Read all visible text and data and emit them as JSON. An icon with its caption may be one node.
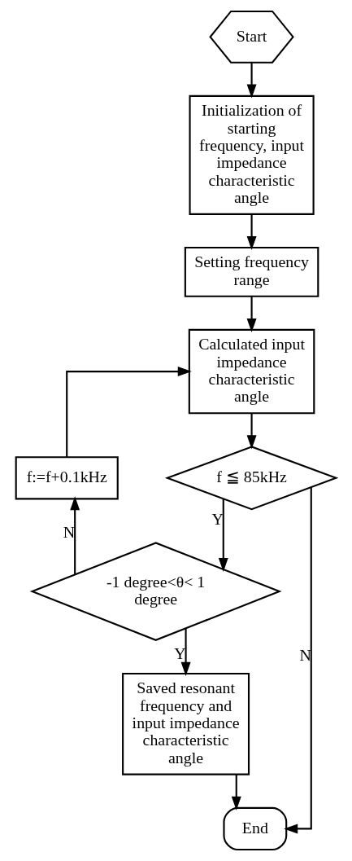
{
  "diagram": {
    "nodes": [
      {
        "text": [
          "Start"
        ]
      },
      {
        "text": [
          "Initialization of starting frequency, input impedance characteristic angle"
        ]
      },
      {
        "text": [
          "Setting frequency range"
        ]
      },
      {
        "text": [
          "Calculated input impedance characteristic angle"
        ]
      },
      {
        "text": [
          "f ≦ 85kHz"
        ]
      },
      {
        "text": [
          "f:=f+0.1kHz"
        ]
      },
      {
        "text": [
          "-1 degree<θ< 1 degree"
        ]
      },
      {
        "text": [
          "Saved resonant frequency and input impedance characteristic angle"
        ]
      },
      {
        "text": [
          "End"
        ]
      }
    ],
    "edges": [
      {
        "from": 0,
        "to": 1,
        "arrow": "to"
      },
      {
        "from": 1,
        "to": 2,
        "arrow": "to"
      },
      {
        "from": 2,
        "to": 3,
        "arrow": "to"
      },
      {
        "from": 3,
        "to": 4,
        "arrow": "to"
      },
      {
        "from": 4,
        "to": 6,
        "arrow": "to",
        "label": "Y"
      },
      {
        "from": 4,
        "to": 8,
        "arrow": "to",
        "label": "N"
      },
      {
        "from": 6,
        "to": 5,
        "arrow": "to",
        "label": "N"
      },
      {
        "from": 5,
        "to": 3,
        "arrow": "to"
      },
      {
        "from": 6,
        "to": 7,
        "arrow": "to",
        "label": "Y"
      },
      {
        "from": 7,
        "to": 8,
        "arrow": "to"
      }
    ]
  }
}
